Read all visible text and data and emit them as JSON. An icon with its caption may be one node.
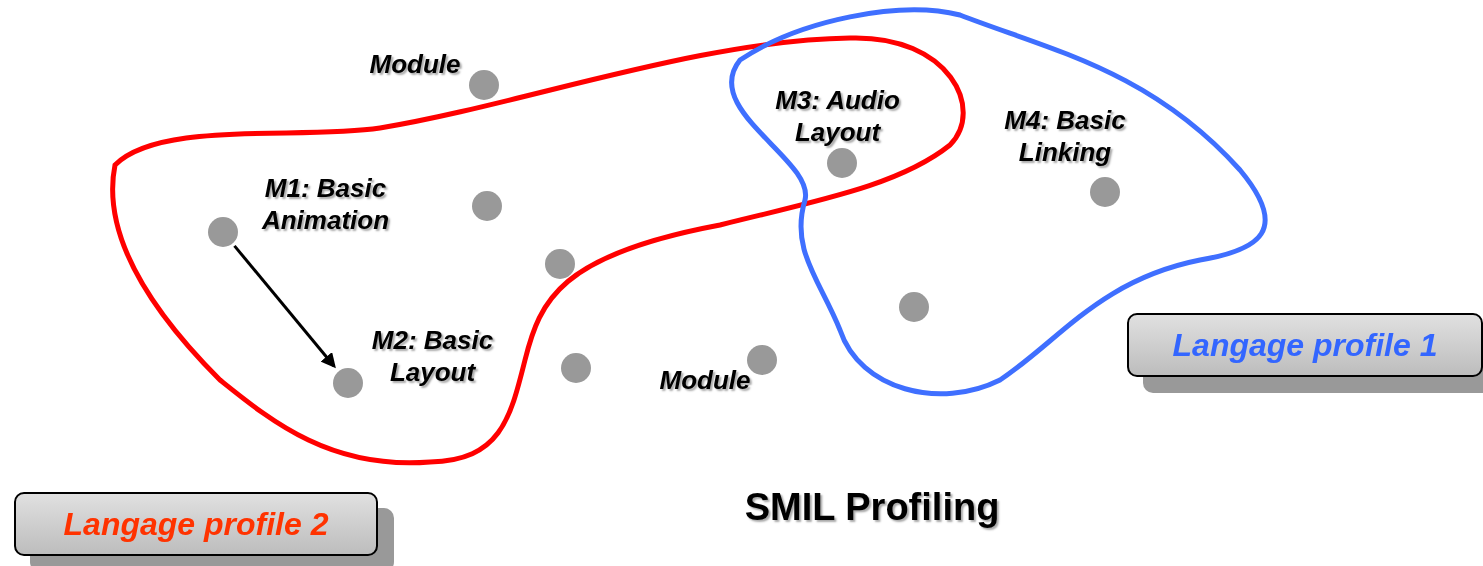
{
  "diagram": {
    "caption": "SMIL Profiling",
    "nodes": [
      {
        "text": [],
        "shape": "circle",
        "beside": [
          "Module"
        ]
      },
      {
        "text": [],
        "shape": "circle",
        "beside": [
          "M3: Audio Layout"
        ]
      },
      {
        "text": [],
        "shape": "circle",
        "beside": [
          "M4: Basic Linking"
        ]
      },
      {
        "text": [],
        "shape": "circle",
        "beside": [
          "M1: Basic Animation"
        ]
      },
      {
        "text": [],
        "shape": "circle"
      },
      {
        "text": [],
        "shape": "circle"
      },
      {
        "text": [],
        "shape": "circle"
      },
      {
        "text": [
          "Langage profile 1"
        ]
      },
      {
        "text": [],
        "shape": "circle",
        "beside": [
          "M2: Basic Layout"
        ]
      },
      {
        "text": [],
        "shape": "circle"
      },
      {
        "text": [],
        "shape": "circle",
        "beside": [
          "Module"
        ]
      },
      {
        "text": [
          "Langage profile 2"
        ]
      }
    ],
    "edges": [
      {
        "from": 3,
        "to": 8,
        "arrow": "to"
      }
    ]
  }
}
